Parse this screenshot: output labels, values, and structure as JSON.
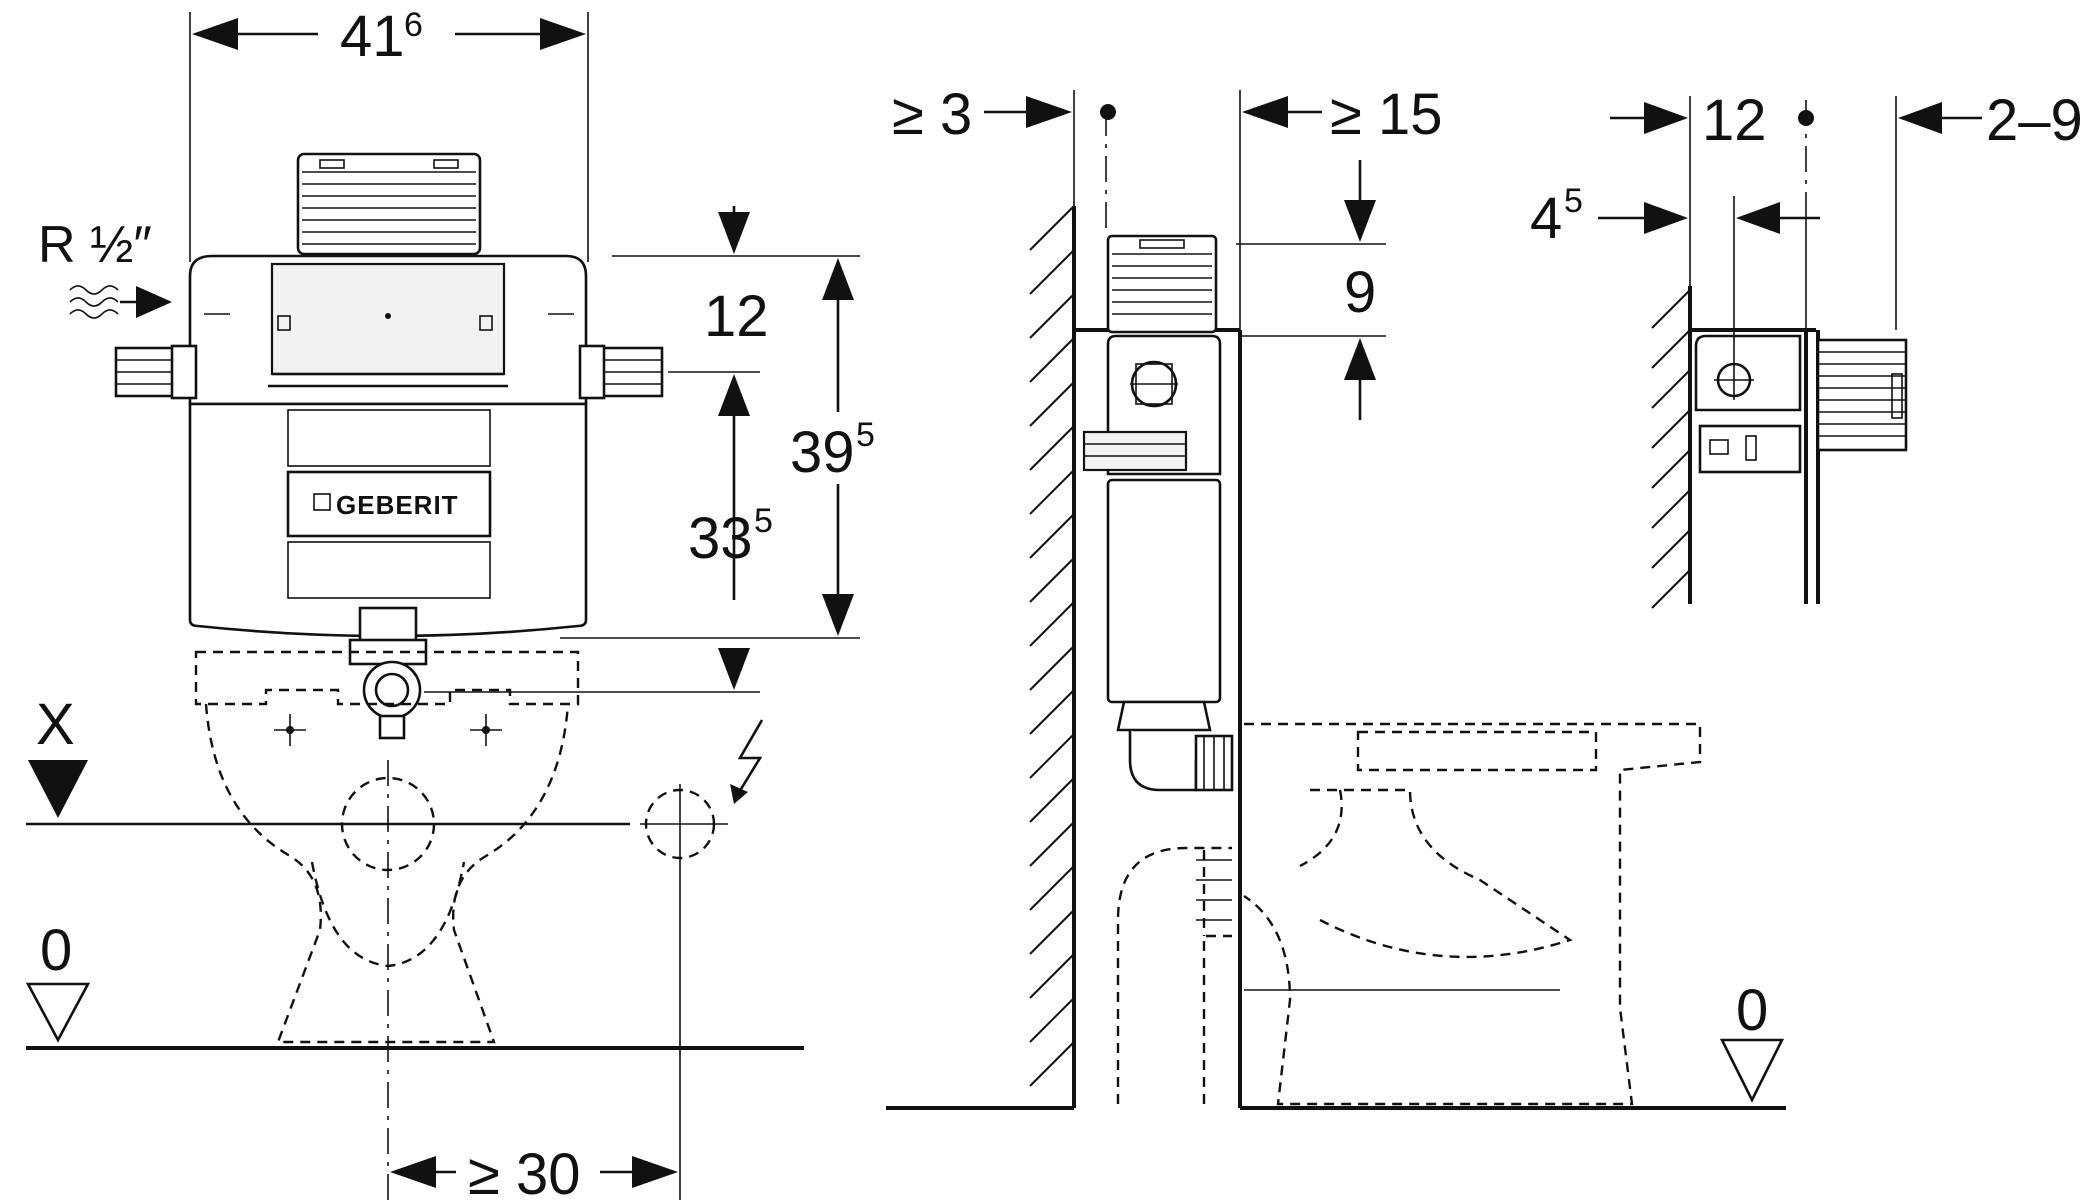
{
  "brand": {
    "logo_text": "GEBERIT"
  },
  "front_view": {
    "width_label": {
      "main": "41",
      "sup": "6"
    },
    "water_connection_label": "R ½″",
    "height_upper_label": {
      "main": "12",
      "sup": ""
    },
    "height_total_label": {
      "main": "39",
      "sup": "5"
    },
    "height_lower_label": {
      "main": "33",
      "sup": "5"
    },
    "reference_x_label": "X",
    "floor_level_label": "0",
    "socket_distance_label": "≥ 30"
  },
  "side_view": {
    "wall_gap_label": "≥ 3",
    "front_clearance_label": "≥ 15",
    "flush_height_label": "9",
    "floor_level_label": "0"
  },
  "detail_view": {
    "depth_label": "12",
    "offset_label": {
      "main": "4",
      "sup": "5"
    },
    "panel_range_label": "2–9"
  }
}
